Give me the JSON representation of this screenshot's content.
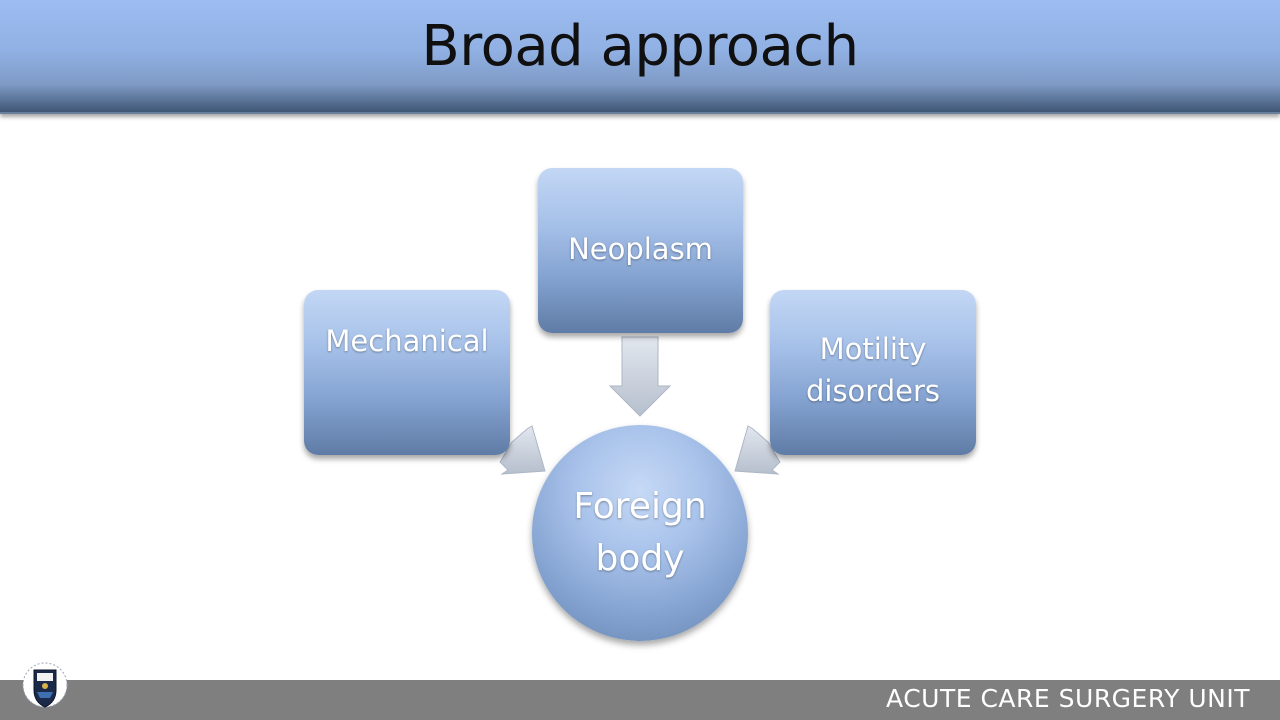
{
  "slide": {
    "title": "Broad approach",
    "footer": "ACUTE CARE SURGERY UNIT"
  },
  "diagram": {
    "nodes": {
      "neoplasm": "Neoplasm",
      "mechanical": "Mechanical",
      "motility": "Motility disorders",
      "center": "Foreign\nbody"
    }
  },
  "colors": {
    "title_bar": "#91b1e4",
    "node_fill": "#86a4d2",
    "arrow_fill": "#c9d0dc",
    "footer_bar": "#7f7f7f"
  },
  "logo": {
    "icon": "university-crest-icon"
  }
}
